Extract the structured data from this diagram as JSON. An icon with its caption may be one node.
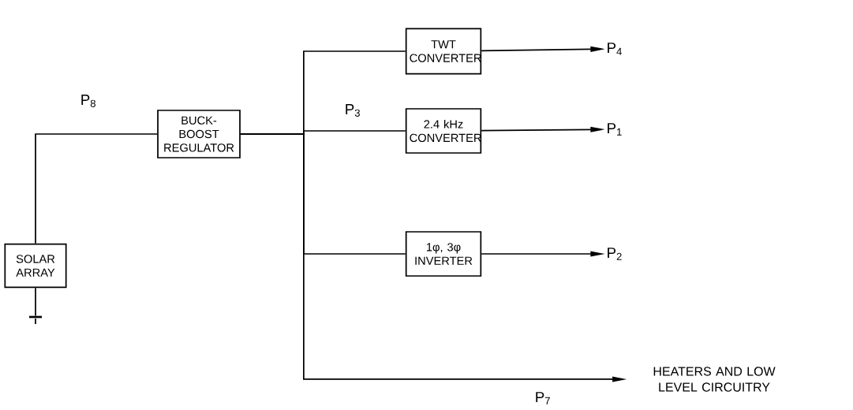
{
  "diagram": {
    "nodes": [
      {
        "text": [
          "SOLAR ARRAY"
        ]
      },
      {
        "text": [
          "BUCK-BOOST REGULATOR"
        ]
      },
      {
        "text": [
          "TWT CONVERTER"
        ]
      },
      {
        "text": [
          "2.4 kHz CONVERTER"
        ]
      },
      {
        "text": [
          "1φ, 3φ INVERTER"
        ]
      },
      {
        "text": [
          "P$_{4}$"
        ]
      },
      {
        "text": [
          "P$_{1}$"
        ]
      },
      {
        "text": [
          "P$_{2}$"
        ]
      },
      {
        "text": [
          "HEATERS AND LOW LEVEL CIRCUITRY"
        ]
      },
      {
        "text": [],
        "shape": "bar"
      }
    ],
    "edges": [
      {
        "from": 0,
        "to": 1,
        "arrow": "none",
        "label": "P$_{8}$"
      },
      {
        "from": 1,
        "to": 2,
        "arrow": "none"
      },
      {
        "from": 1,
        "to": 3,
        "arrow": "none",
        "label": "P$_{3}$"
      },
      {
        "from": 1,
        "to": 4,
        "arrow": "none"
      },
      {
        "from": 1,
        "to": 8,
        "arrow": "to",
        "label": "P$_{7}$"
      },
      {
        "from": 2,
        "to": 5,
        "arrow": "to"
      },
      {
        "from": 3,
        "to": 6,
        "arrow": "to"
      },
      {
        "from": 4,
        "to": 7,
        "arrow": "to"
      },
      {
        "from": 0,
        "to": 9,
        "arrow": "none"
      }
    ]
  }
}
